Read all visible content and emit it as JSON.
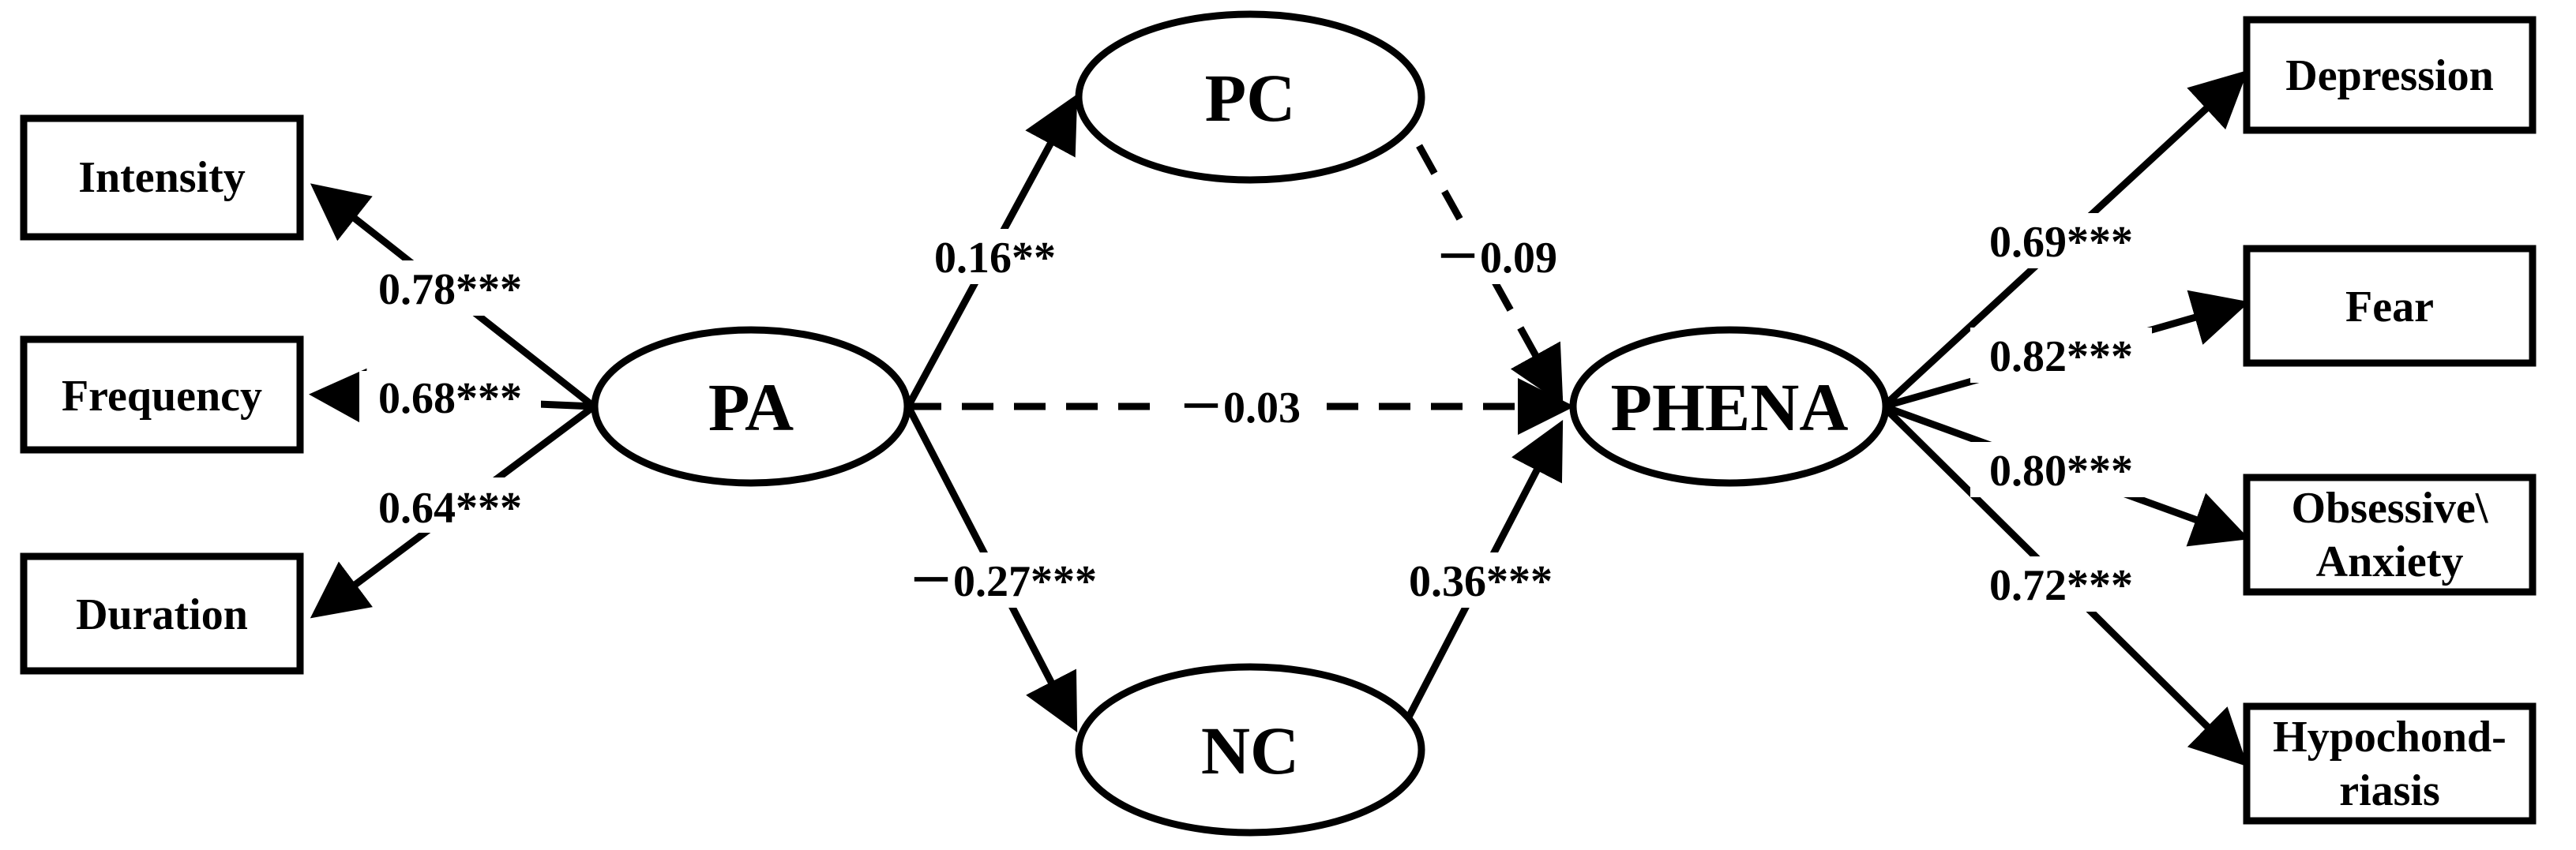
{
  "nodes": {
    "pa": "PA",
    "pc": "PC",
    "nc": "NC",
    "phena": "PHENA",
    "intensity": "Intensity",
    "frequency": "Frequency",
    "duration": "Duration",
    "depression": "Depression",
    "fear": "Fear",
    "obsessive_line1": "Obsessive\\",
    "obsessive_line2": "Anxiety",
    "hypo_line1": "Hypochond-",
    "hypo_line2": "riasis"
  },
  "paths": {
    "pa_intensity": "0.78***",
    "pa_frequency": "0.68***",
    "pa_duration": "0.64***",
    "pa_pc": "0.16**",
    "pa_nc": "－0.27***",
    "pa_phena": "－0.03",
    "pc_phena": "－0.09",
    "nc_phena": "0.36***",
    "phena_depression": "0.69***",
    "phena_fear": "0.82***",
    "phena_obsessive": "0.80***",
    "phena_hypo": "0.72***"
  }
}
